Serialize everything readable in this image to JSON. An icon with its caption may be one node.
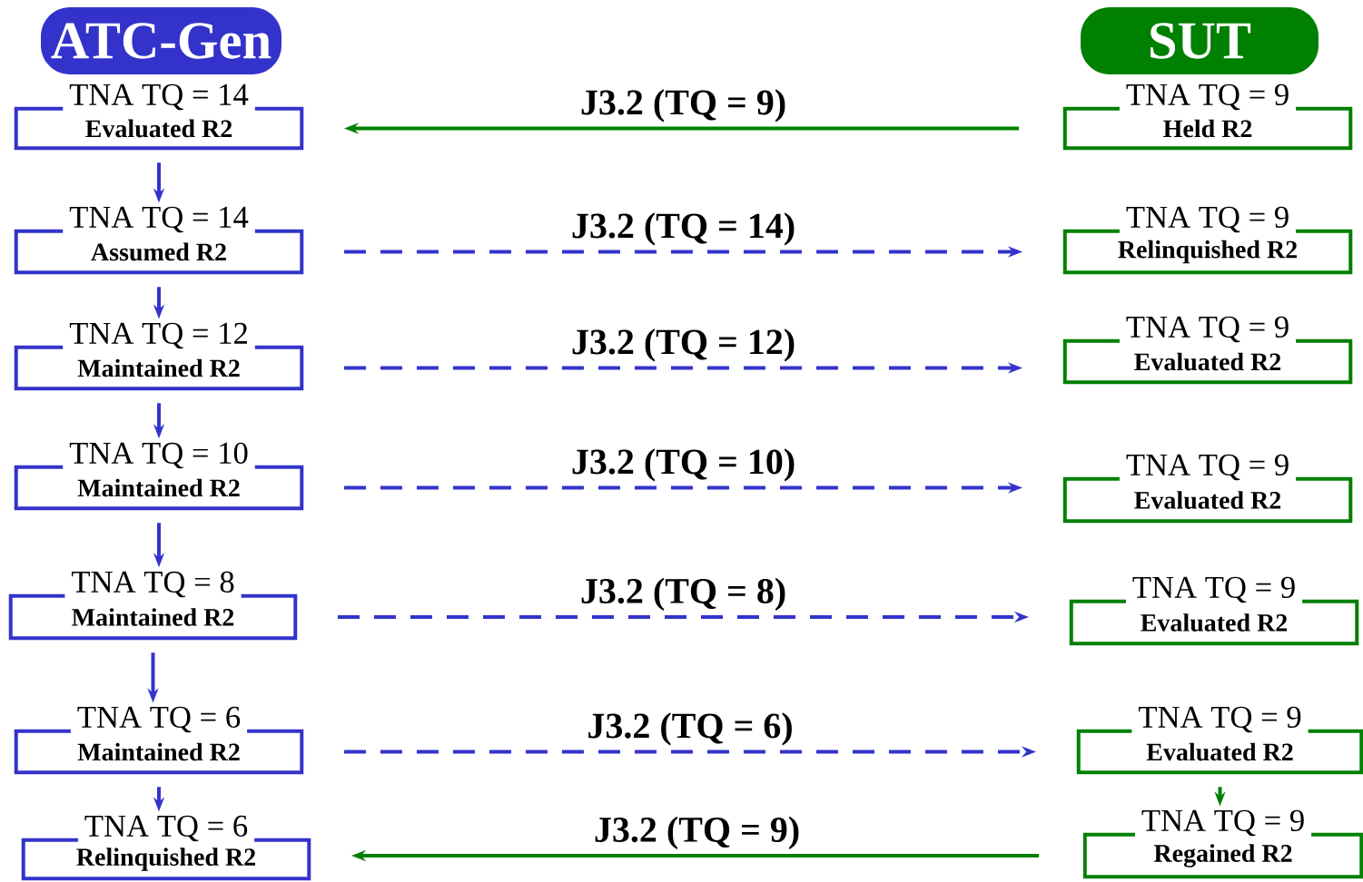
{
  "diagram": {
    "nodes": [
      {
        "text": [
          "ATC-Gen"
        ]
      },
      {
        "text": [
          "SUT"
        ]
      },
      {
        "text": [
          "TNA TQ = 14",
          "Evaluated R2"
        ]
      },
      {
        "text": [
          "TNA TQ = 14",
          "Assumed R2"
        ]
      },
      {
        "text": [
          "TNA TQ = 12",
          "Maintained R2"
        ]
      },
      {
        "text": [
          "TNA TQ = 10",
          "Maintained R2"
        ]
      },
      {
        "text": [
          "TNA TQ = 8",
          "Maintained R2"
        ]
      },
      {
        "text": [
          "TNA TQ = 6",
          "Maintained R2"
        ]
      },
      {
        "text": [
          "TNA TQ = 6",
          "Relinquished R2"
        ]
      },
      {
        "text": [
          "TNA TQ = 9",
          "Held R2"
        ]
      },
      {
        "text": [
          "TNA TQ = 9",
          "Relinquished R2"
        ]
      },
      {
        "text": [
          "TNA TQ = 9",
          "Evaluated R2"
        ]
      },
      {
        "text": [
          "TNA TQ = 9",
          "Evaluated R2"
        ]
      },
      {
        "text": [
          "TNA TQ = 9",
          "Evaluated R2"
        ]
      },
      {
        "text": [
          "TNA TQ = 9",
          "Evaluated R2"
        ]
      },
      {
        "text": [
          "TNA TQ = 9",
          "Regained R2"
        ]
      }
    ],
    "edges": [
      {
        "from": 9,
        "to": 2,
        "arrow": "to",
        "label": "J3.2 (TQ = 9)",
        "color": "#008000"
      },
      {
        "from": 2,
        "to": 3,
        "arrow": "to"
      },
      {
        "from": 3,
        "to": 10,
        "arrow": "to",
        "label": "J3.2 (TQ = 14)",
        "style": "dashed"
      },
      {
        "from": 3,
        "to": 4,
        "arrow": "to"
      },
      {
        "from": 4,
        "to": 11,
        "arrow": "to",
        "label": "J3.2 (TQ = 12)",
        "style": "dashed"
      },
      {
        "from": 4,
        "to": 5,
        "arrow": "to"
      },
      {
        "from": 5,
        "to": 12,
        "arrow": "to",
        "label": "J3.2 (TQ = 10)",
        "style": "dashed"
      },
      {
        "from": 5,
        "to": 6,
        "arrow": "to"
      },
      {
        "from": 6,
        "to": 13,
        "arrow": "to",
        "label": "J3.2 (TQ = 8)",
        "style": "dashed"
      },
      {
        "from": 6,
        "to": 7,
        "arrow": "to"
      },
      {
        "from": 7,
        "to": 14,
        "arrow": "to",
        "label": "J3.2 (TQ = 6)",
        "style": "dashed"
      },
      {
        "from": 14,
        "to": 15,
        "arrow": "to",
        "color": "#008000"
      },
      {
        "from": 7,
        "to": 8,
        "arrow": "to"
      },
      {
        "from": 15,
        "to": 8,
        "arrow": "to",
        "label": "J3.2 (TQ = 9)",
        "color": "#008000"
      }
    ]
  }
}
